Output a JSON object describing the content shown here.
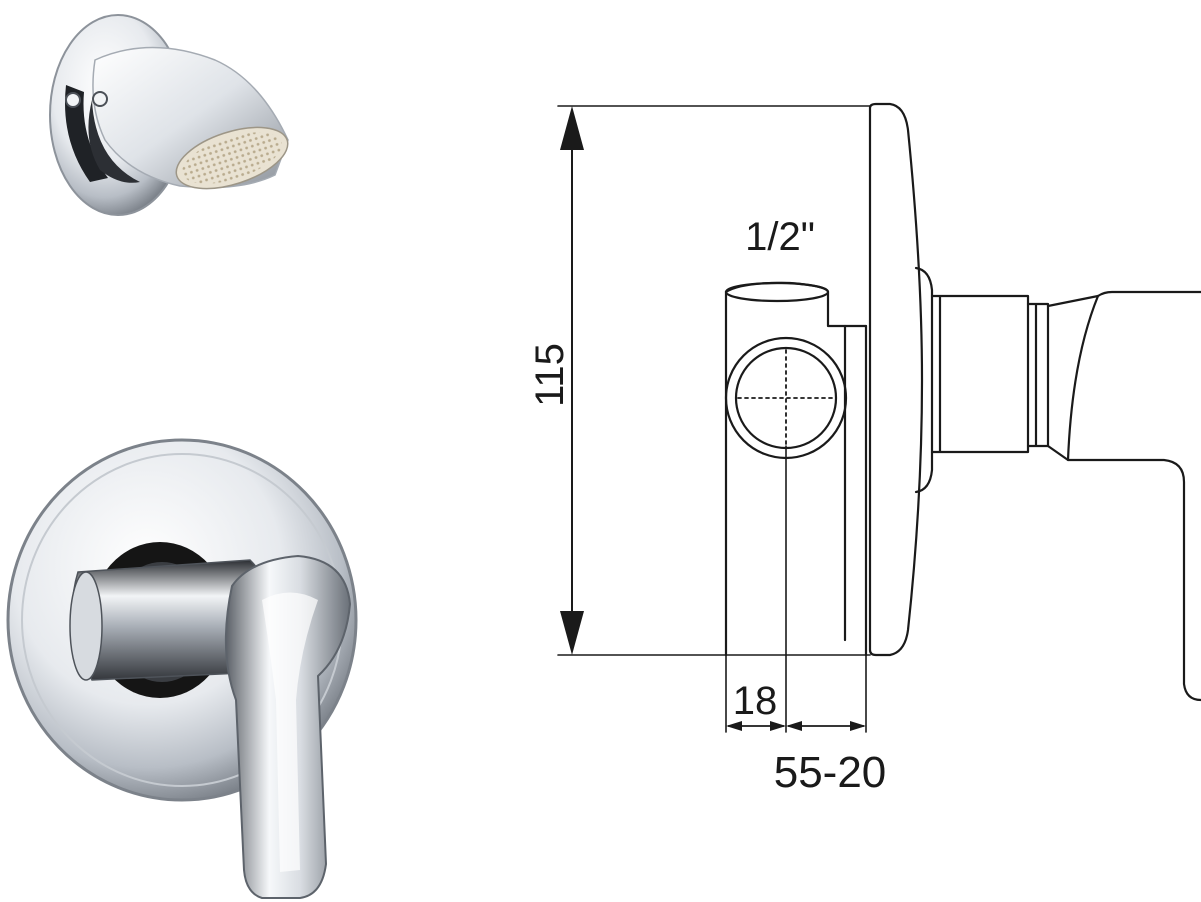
{
  "dimensions": {
    "height": "115",
    "thread": "1/2\"",
    "offset": "18",
    "depth_range": "55-20"
  },
  "colors": {
    "line": "#1a1a1a",
    "chrome_light": "#f4f6f8",
    "chrome_dark": "#1e2024",
    "chrome_mid": "#9aa0a8",
    "gasket": "#151515",
    "nozzle": "#e9e2d2"
  }
}
